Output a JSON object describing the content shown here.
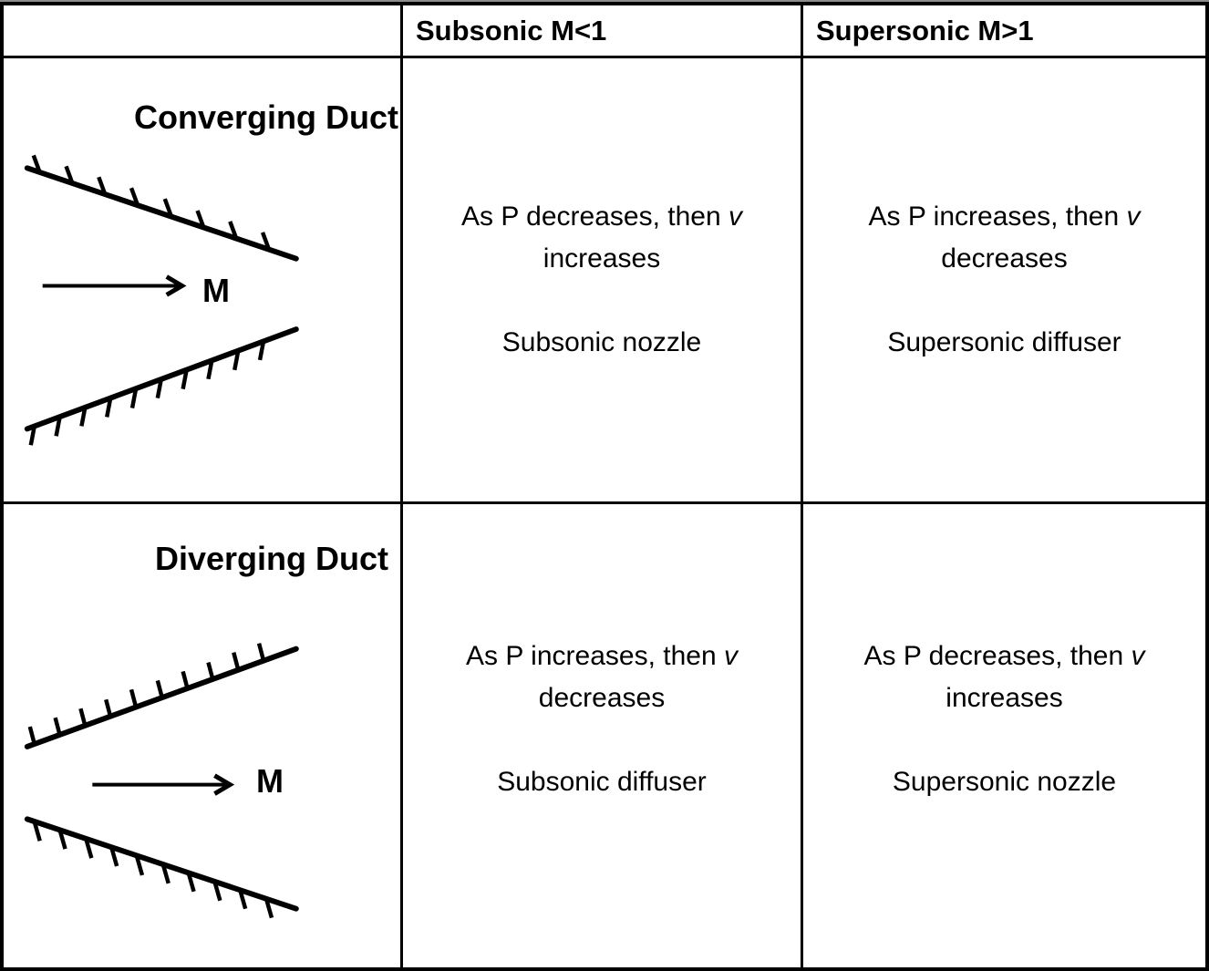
{
  "table": {
    "header": {
      "subsonic": "Subsonic M<1",
      "supersonic": "Supersonic M>1"
    },
    "converging": {
      "title": "Converging Duct",
      "mach_label": "M",
      "subsonic": {
        "line1": "As P decreases, then ",
        "v": "v",
        "line2": "increases",
        "label": "Subsonic nozzle"
      },
      "supersonic": {
        "line1": "As P increases, then ",
        "v": "v",
        "line2": "decreases",
        "label": "Supersonic diffuser"
      }
    },
    "diverging": {
      "title": "Diverging Duct",
      "mach_label": "M",
      "subsonic": {
        "line1": "As P increases, then ",
        "v": "v",
        "line2": "decreases",
        "label": "Subsonic diffuser"
      },
      "supersonic": {
        "line1": "As P decreases, then ",
        "v": "v",
        "line2": "increases",
        "label": "Supersonic nozzle"
      }
    },
    "colors": {
      "border": "#000000",
      "text": "#000000",
      "background": "#ffffff",
      "top_edge": "#8c8c8c"
    }
  }
}
